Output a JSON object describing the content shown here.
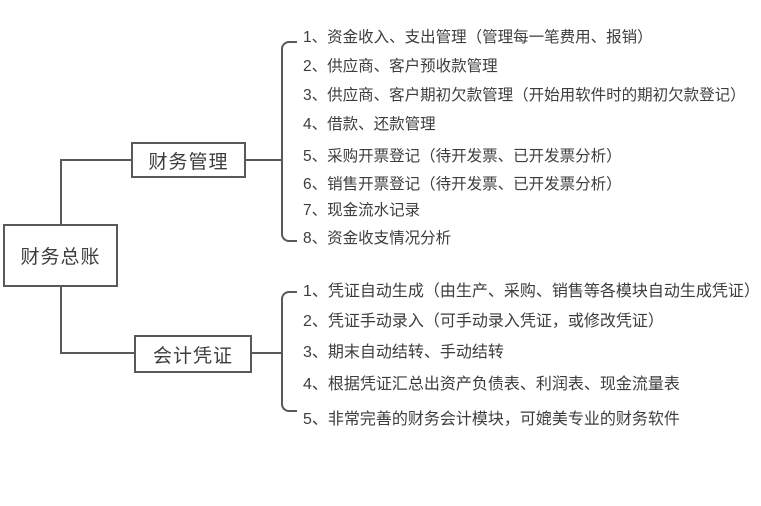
{
  "diagram": {
    "type": "tree",
    "root": {
      "label": "财务总账"
    },
    "branches": [
      {
        "label": "财务管理",
        "items": [
          "1、资金收入、支出管理（管理每一笔费用、报销）",
          "2、供应商、客户预收款管理",
          "3、供应商、客户期初欠款管理（开始用软件时的期初欠款登记）",
          "4、借款、还款管理",
          "5、采购开票登记（待开发票、已开发票分析）",
          "6、销售开票登记（待开发票、已开发票分析）",
          "7、现金流水记录",
          "8、资金收支情况分析"
        ]
      },
      {
        "label": "会计凭证",
        "items": [
          "1、凭证自动生成（由生产、采购、销售等各模块自动生成凭证）",
          "2、凭证手动录入（可手动录入凭证，或修改凭证）",
          "3、期末自动结转、手动结转",
          "4、根据凭证汇总出资产负债表、利润表、现金流量表",
          "5、非常完善的财务会计模块，可媲美专业的财务软件"
        ]
      }
    ],
    "colors": {
      "line": "#595959",
      "text": "#3d3d3d",
      "background": "#ffffff"
    }
  }
}
